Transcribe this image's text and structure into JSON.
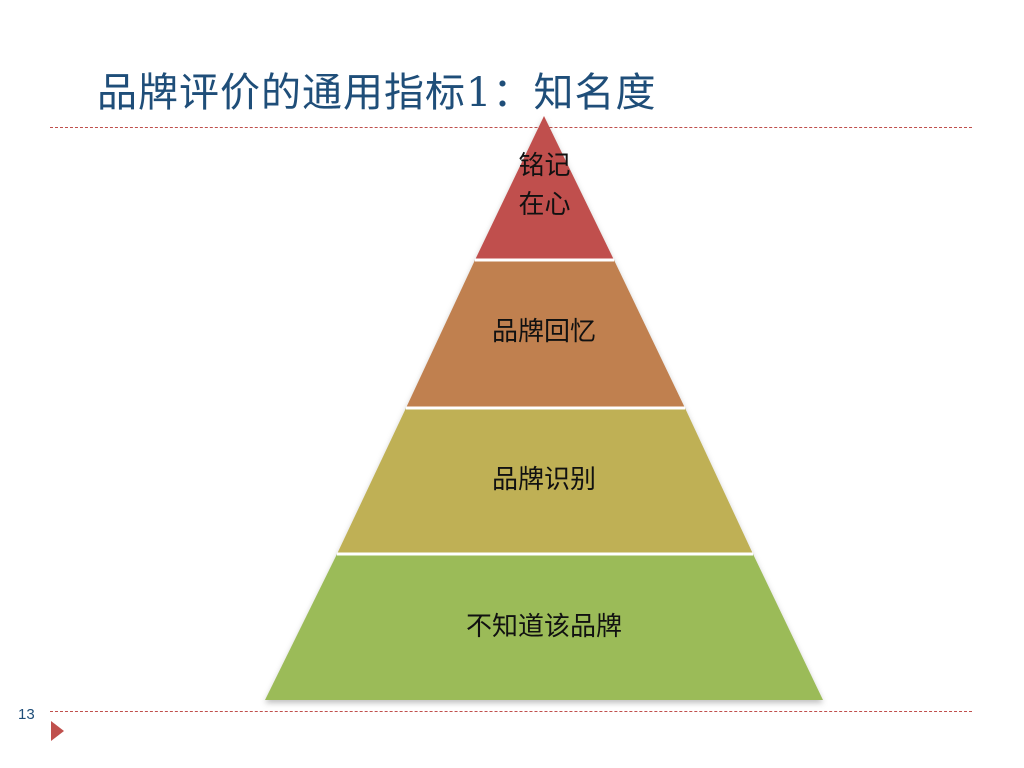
{
  "slide": {
    "title": "品牌评价的通用指标1：知名度",
    "number": "13"
  },
  "pyramid": {
    "layers": [
      {
        "line1": "铭记",
        "line2": "在心",
        "color": "#c0504d"
      },
      {
        "label": "品牌回忆",
        "color": "#c0804f"
      },
      {
        "label": "品牌识别",
        "color": "#bfb055"
      },
      {
        "label": "不知道该品牌",
        "color": "#9bbb59"
      }
    ],
    "separator_color": "#ffffff"
  },
  "theme": {
    "title_color": "#1f4e79",
    "accent": "#c0504d"
  }
}
